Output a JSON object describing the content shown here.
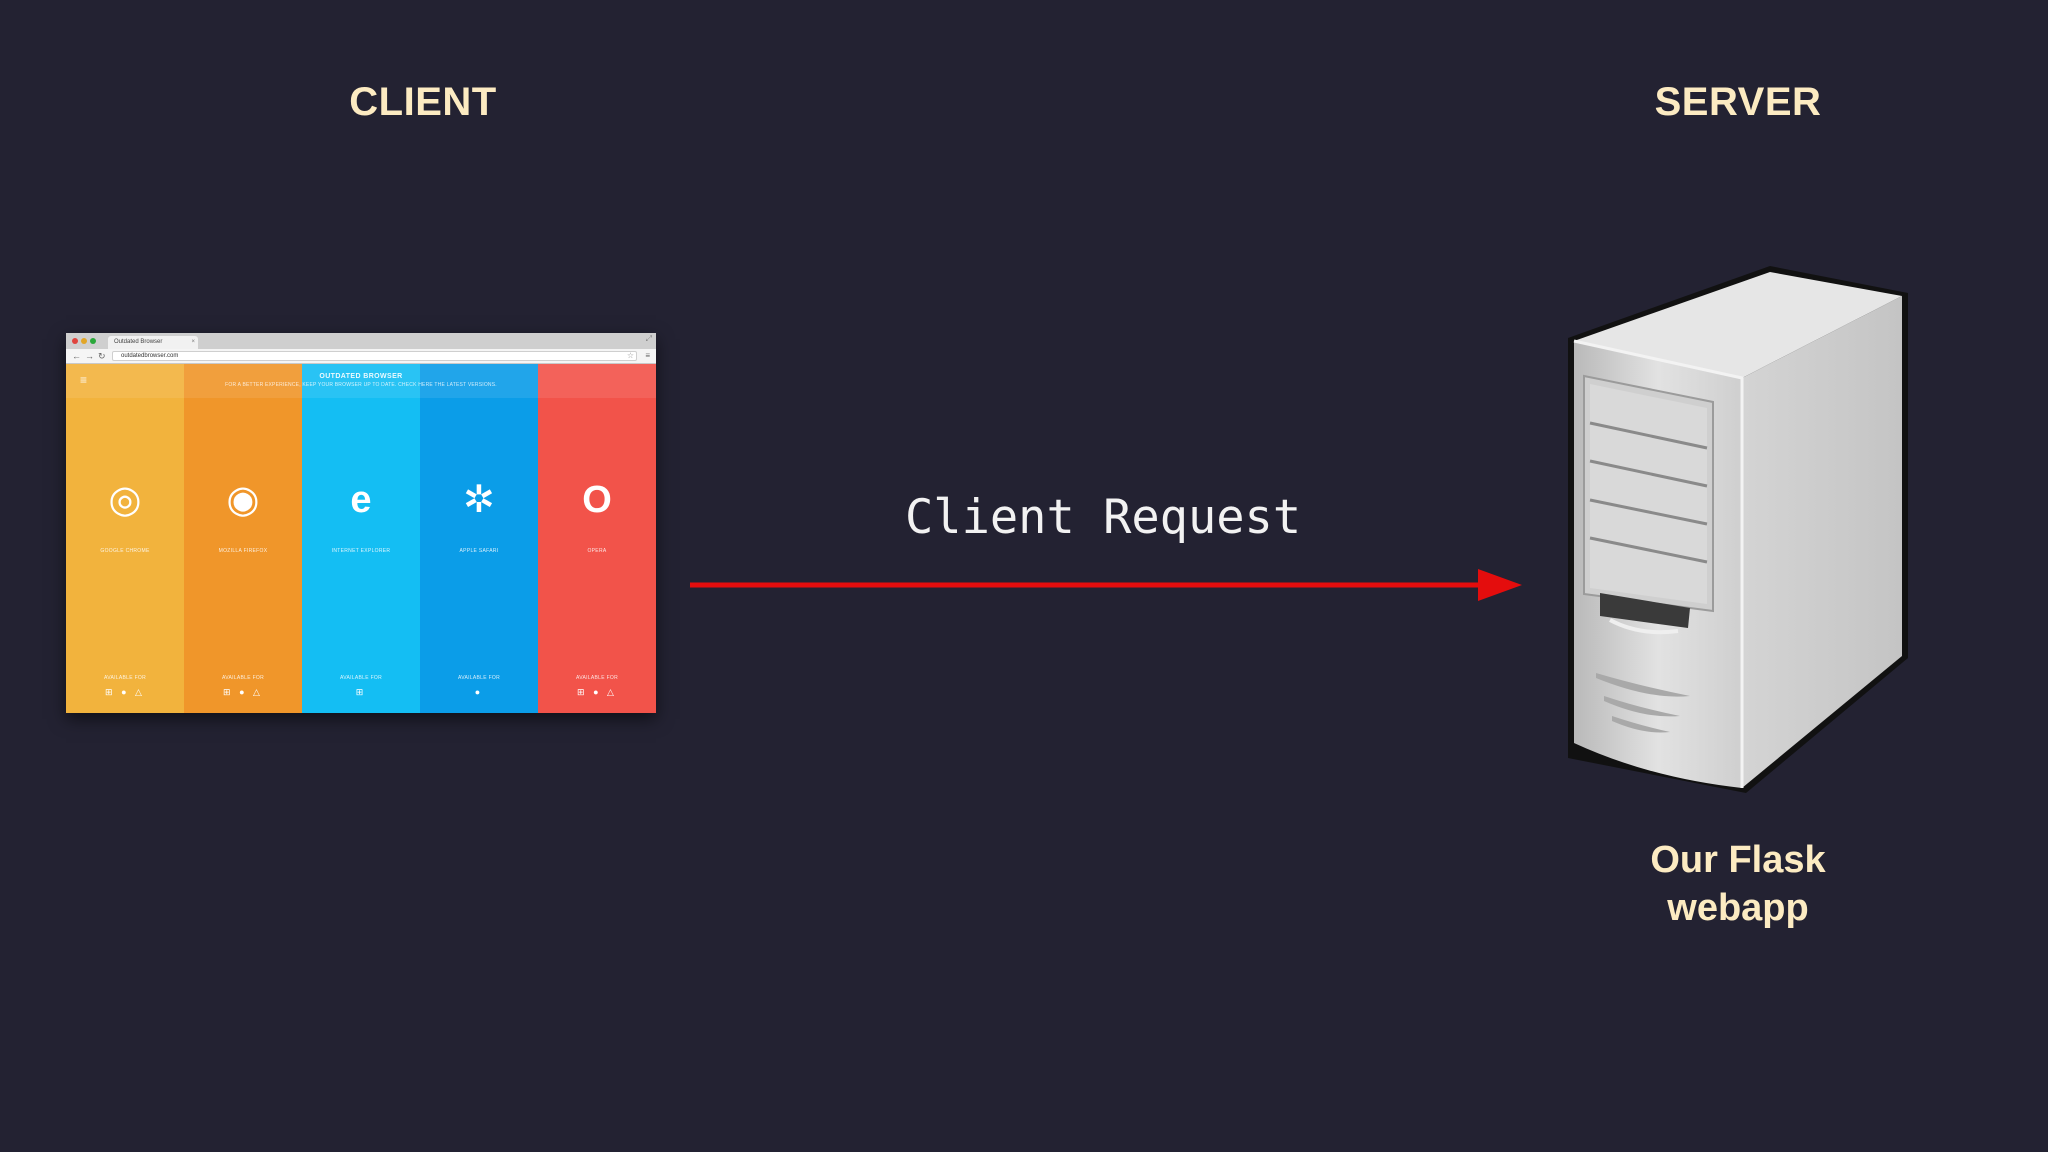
{
  "headings": {
    "client": "CLIENT",
    "server": "SERVER"
  },
  "request": {
    "label": "Client Request"
  },
  "server_node": {
    "label_line1": "Our Flask",
    "label_line2": "webapp"
  },
  "colors": {
    "background": "#232232",
    "heading": "#FCEBC2",
    "arrow": "#E40D0D"
  },
  "browser": {
    "tab_title": "Outdated Browser",
    "url": "outdatedbrowser.com",
    "page_title": "OUTDATED BROWSER",
    "page_subtitle": "FOR A BETTER EXPERIENCE, KEEP YOUR BROWSER UP TO DATE. CHECK HERE THE LATEST VERSIONS.",
    "columns": [
      {
        "name": "GOOGLE CHROME",
        "avail": "AVAILABLE FOR",
        "os": "⊞ ● △",
        "color": "#F2B33D",
        "icon": "chrome-icon",
        "glyph": "◎"
      },
      {
        "name": "MOZILLA FIREFOX",
        "avail": "AVAILABLE FOR",
        "os": "⊞ ● △",
        "color": "#F0962A",
        "icon": "firefox-icon",
        "glyph": "◉"
      },
      {
        "name": "INTERNET EXPLORER",
        "avail": "AVAILABLE FOR",
        "os": "⊞",
        "color": "#14BEF3",
        "icon": "internet-explorer-icon",
        "glyph": "e"
      },
      {
        "name": "APPLE SAFARI",
        "avail": "AVAILABLE FOR",
        "os": "●",
        "color": "#0B9DE8",
        "icon": "safari-icon",
        "glyph": "✲"
      },
      {
        "name": "OPERA",
        "avail": "AVAILABLE FOR",
        "os": "⊞ ● △",
        "color": "#F2534A",
        "icon": "opera-icon",
        "glyph": "O"
      }
    ]
  }
}
